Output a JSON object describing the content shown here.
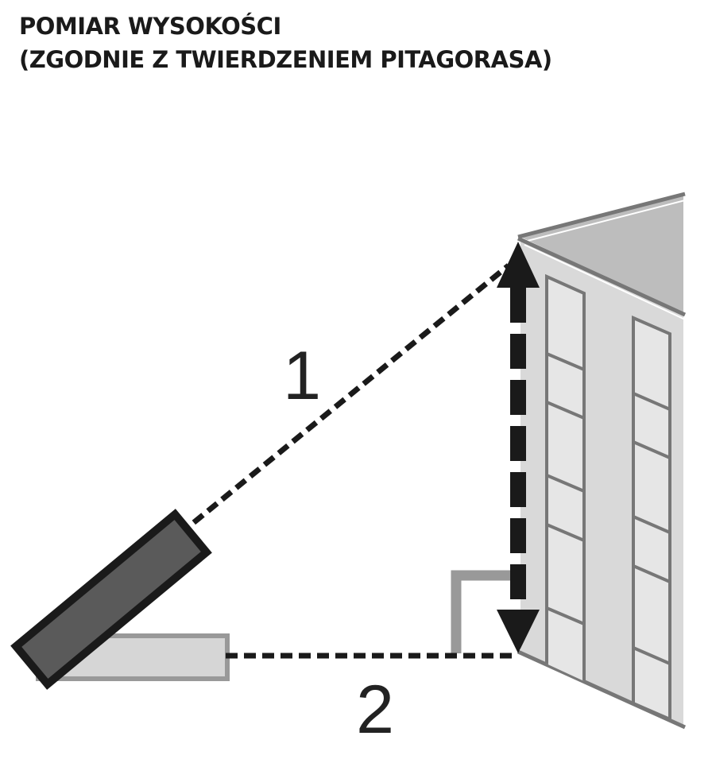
{
  "title": {
    "line1": "POMIAR WYSOKOŚCI",
    "line2": "(ZGODNIE Z TWIERDZENIEM PITAGORASA)"
  },
  "labels": {
    "hypotenuse": "1",
    "base": "2"
  },
  "colors": {
    "text": "#1a1a1a",
    "line": "#1a1a1a",
    "device_body": "#5a5a5a",
    "device_shadow": "#d6d6d6",
    "building_face": "#d9d9d9",
    "building_roof": "#bdbdbd",
    "building_edge": "#777777"
  },
  "icons": {
    "device": "laser-rangefinder-icon",
    "building": "building-icon"
  }
}
